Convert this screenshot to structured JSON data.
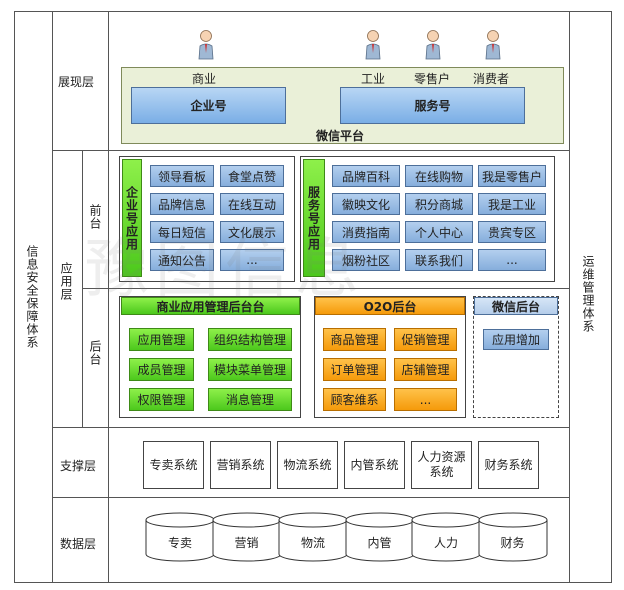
{
  "left_side": "信息安全保障体系",
  "right_side": "运维管理体系",
  "layers": {
    "presentation": "展现层",
    "application": "应用层",
    "front": "前台",
    "back": "后台",
    "support": "支撑层",
    "data": "数据层"
  },
  "presentation": {
    "user_labels": [
      "商业",
      "工业",
      "零售户",
      "消费者"
    ],
    "enterprise_btn": "企业号",
    "service_btn": "服务号",
    "platform": "微信平台"
  },
  "front": {
    "enterprise_title": "企业号应用",
    "enterprise_items": [
      "领导看板",
      "食堂点赞",
      "品牌信息",
      "在线互动",
      "每日短信",
      "文化展示",
      "通知公告",
      "..."
    ],
    "service_title": "服务号应用",
    "service_items": [
      "品牌百科",
      "在线购物",
      "我是零售户",
      "徽映文化",
      "积分商城",
      "我是工业",
      "消费指南",
      "个人中心",
      "贵宾专区",
      "烟粉社区",
      "联系我们",
      "..."
    ]
  },
  "back": {
    "commerce_title": "商业应用管理后台台",
    "commerce_items": [
      "应用管理",
      "组织结构管理",
      "成员管理",
      "模块菜单管理",
      "权限管理",
      "消息管理"
    ],
    "o2o_title": "O2O后台",
    "o2o_items": [
      "商品管理",
      "促销管理",
      "订单管理",
      "店铺管理",
      "顾客维系",
      "..."
    ],
    "wechat_title": "微信后台",
    "wechat_items": [
      "应用增加"
    ]
  },
  "support": [
    "专卖系统",
    "营销系统",
    "物流系统",
    "内管系统",
    "人力资源系统",
    "财务系统"
  ],
  "data": [
    "专卖",
    "营销",
    "物流",
    "内管",
    "人力",
    "财务"
  ],
  "watermark": "豫图信息",
  "colors": {
    "blue": "#86aedc",
    "green": "#4cc81c",
    "orange": "#f59a0a",
    "panel": "#eaf0d8"
  }
}
